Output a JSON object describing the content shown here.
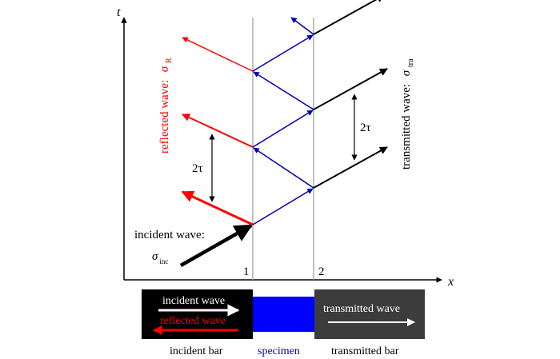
{
  "axes": {
    "t_label": "t",
    "x_label": "x",
    "interface_1_label": "1",
    "interface_2_label": "2"
  },
  "labels": {
    "reflected_wave": "reflected wave:",
    "reflected_symbol": "σ",
    "reflected_subscript": "R",
    "transmitted_wave": "transmitted wave:",
    "transmitted_symbol": "σ",
    "transmitted_subscript": "tra",
    "incident_wave": "incident wave:",
    "incident_symbol": "σ",
    "incident_subscript": "inc",
    "interval_left": "2τ",
    "interval_right": "2τ"
  },
  "bar": {
    "incident_bar_text_1": "incident wave",
    "incident_bar_text_2": "reflected wave",
    "transmitted_bar_text": "transmitted wave",
    "incident_bar_caption": "incident bar",
    "specimen_caption": "specimen",
    "transmitted_bar_caption": "transmitted bar"
  },
  "colors": {
    "reflected": "#ff0000",
    "transmitted": "#000000",
    "internal": "#0000b4",
    "specimen": "#0000ff",
    "incident_bar": "#000000",
    "transmitted_bar": "#3c3c3c",
    "interface_line": "#999999"
  }
}
